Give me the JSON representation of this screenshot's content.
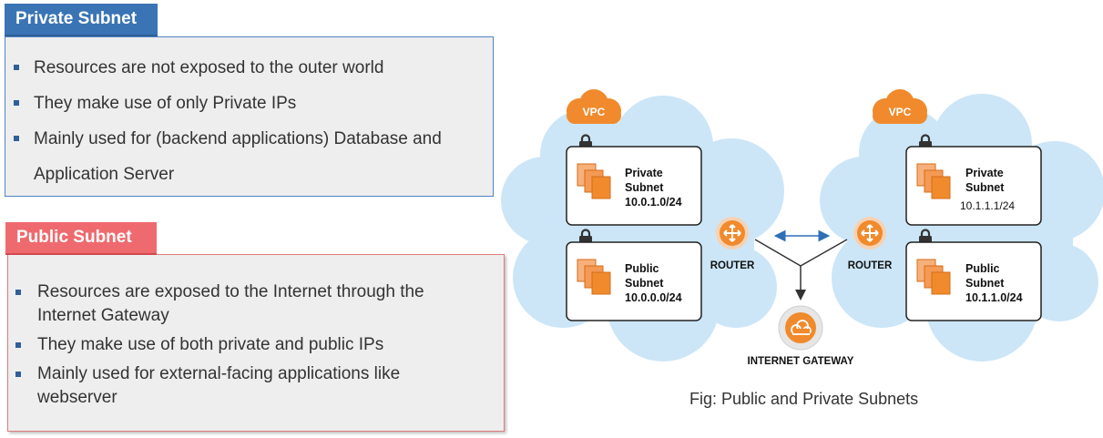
{
  "private_subnet": {
    "title": "Private Subnet",
    "bullets": [
      "Resources are not exposed to the outer world",
      "They make use of only Private IPs",
      "Mainly used for (backend applications) Database and",
      "Application Server"
    ]
  },
  "public_subnet": {
    "title": "Public Subnet",
    "bullets": [
      "Resources are exposed to the Internet through the Internet Gateway",
      "They make use of both private and public IPs",
      "Mainly used for external-facing applications like webserver"
    ]
  },
  "diagram": {
    "left_vpc": {
      "label": "VPC",
      "private": {
        "line1": "Private",
        "line2": "Subnet",
        "cidr": "10.0.1.0/24"
      },
      "public": {
        "line1": "Public",
        "line2": "Subnet",
        "cidr": "10.0.0.0/24"
      },
      "router": "ROUTER"
    },
    "right_vpc": {
      "label": "VPC",
      "private": {
        "line1": "Private",
        "line2": "Subnet",
        "cidr": "10.1.1.1/24"
      },
      "public": {
        "line1": "Public",
        "line2": "Subnet",
        "cidr": "10.1.1.0/24"
      },
      "router": "ROUTER"
    },
    "gateway": "INTERNET GATEWAY",
    "caption": "Fig: Public and Private Subnets",
    "colors": {
      "cloud": "#cce6f7",
      "orange": "#f08a2c",
      "arrow_blue": "#2e6fb6",
      "private_accent": "#3a74b5",
      "public_accent": "#ef6a6e"
    }
  }
}
